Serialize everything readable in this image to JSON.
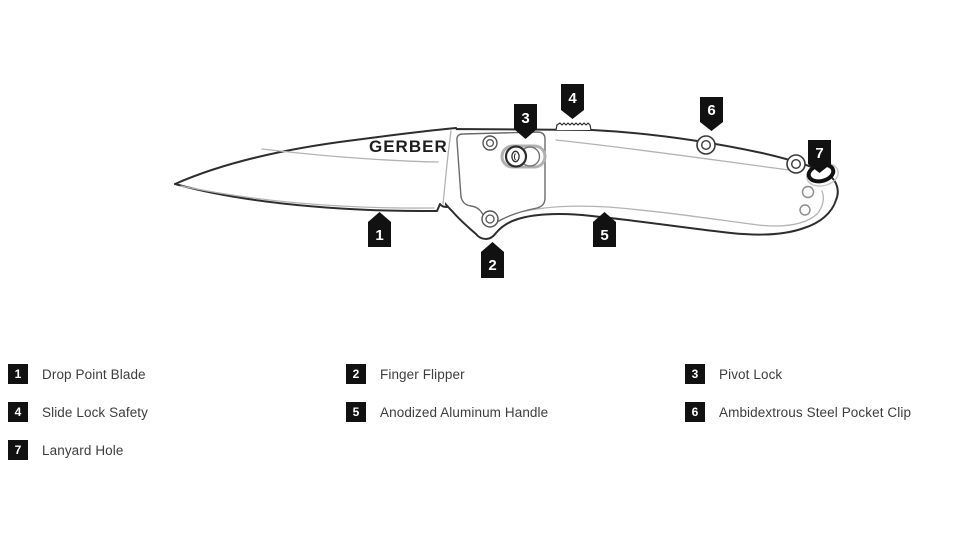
{
  "diagram": {
    "brand_logo": "GERBER",
    "callouts": [
      {
        "number": "1",
        "target": "drop-point-blade",
        "direction": "up"
      },
      {
        "number": "2",
        "target": "finger-flipper",
        "direction": "up"
      },
      {
        "number": "3",
        "target": "pivot-lock",
        "direction": "down"
      },
      {
        "number": "4",
        "target": "slide-lock-safety",
        "direction": "down"
      },
      {
        "number": "5",
        "target": "anodized-aluminum-handle",
        "direction": "up"
      },
      {
        "number": "6",
        "target": "ambidextrous-steel-pocket-clip",
        "direction": "down"
      },
      {
        "number": "7",
        "target": "lanyard-hole",
        "direction": "down"
      }
    ]
  },
  "legend": {
    "items": [
      {
        "number": "1",
        "label": "Drop Point Blade"
      },
      {
        "number": "2",
        "label": "Finger Flipper"
      },
      {
        "number": "3",
        "label": "Pivot Lock"
      },
      {
        "number": "4",
        "label": "Slide Lock Safety"
      },
      {
        "number": "5",
        "label": "Anodized Aluminum Handle"
      },
      {
        "number": "6",
        "label": "Ambidextrous Steel Pocket Clip"
      },
      {
        "number": "7",
        "label": "Lanyard Hole"
      }
    ]
  },
  "colors": {
    "background": "#ffffff",
    "outline": "#2d2d2d",
    "inner_line": "#b3b3b3",
    "badge_background": "#111111",
    "badge_number": "#ffffff",
    "legend_text": "#3d3d3d"
  }
}
